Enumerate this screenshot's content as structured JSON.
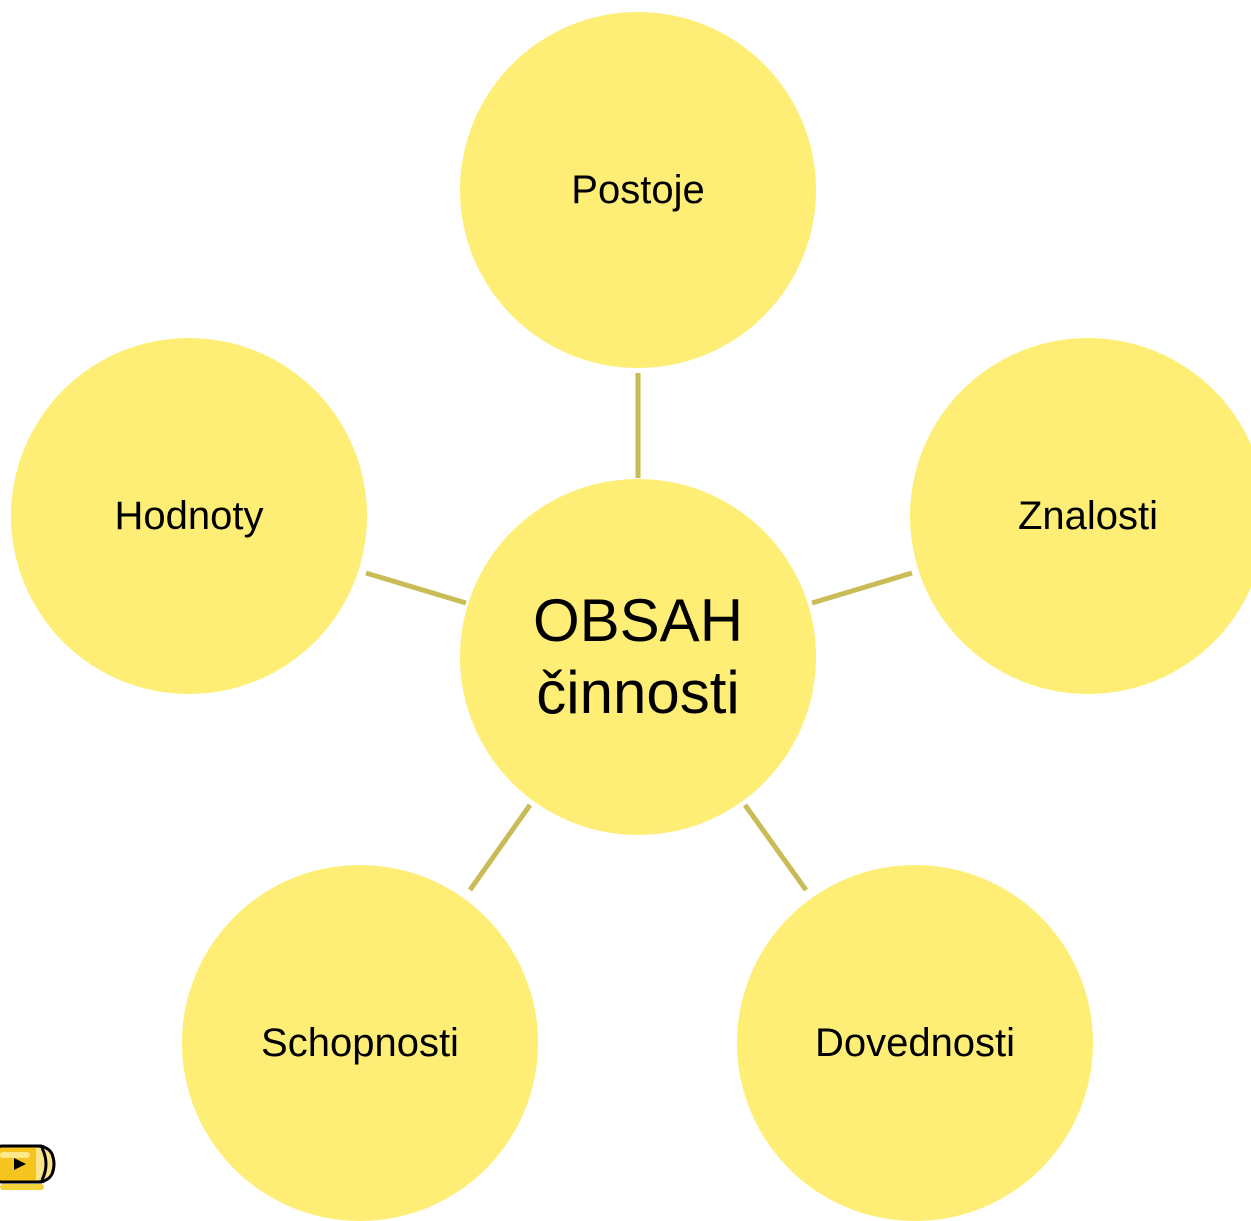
{
  "diagram": {
    "colors": {
      "node_fill": "#FEEE75",
      "connector": "#C9BC57",
      "text": "#000000"
    },
    "center": {
      "label": "OBSAH\nčinnosti"
    },
    "nodes": [
      {
        "label": "Postoje"
      },
      {
        "label": "Znalosti"
      },
      {
        "label": "Dovednosti"
      },
      {
        "label": "Schopnosti"
      },
      {
        "label": "Hodnoty"
      }
    ]
  },
  "icons": {
    "corner": "pencil-icon"
  }
}
